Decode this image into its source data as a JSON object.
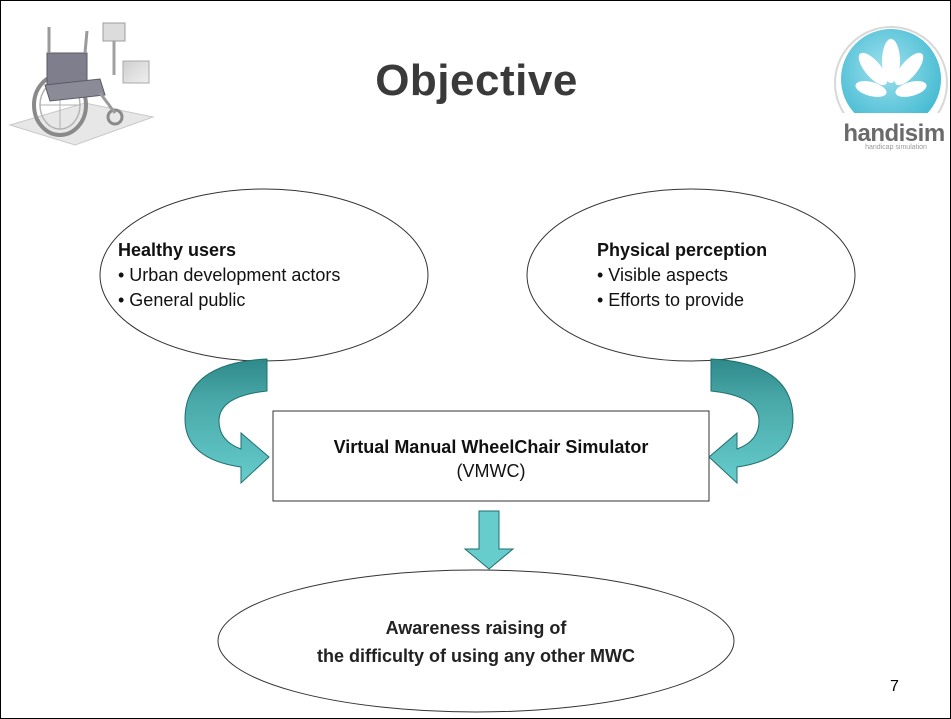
{
  "slide": {
    "title": "Objective",
    "page_number": "7"
  },
  "logo": {
    "name": "handisim",
    "tagline": "handicap simulation"
  },
  "left_bubble": {
    "heading": "Healthy users",
    "bullets": [
      "• Urban development actors",
      "• General public"
    ]
  },
  "right_bubble": {
    "heading": "Physical perception",
    "bullets": [
      "• Visible aspects",
      "• Efforts to provide"
    ]
  },
  "center_box": {
    "title": "Virtual Manual WheelChair Simulator",
    "subtitle": "(VMWC)"
  },
  "bottom_bubble": {
    "line1": "Awareness raising of",
    "line2": "the difficulty of using any other MWC"
  },
  "colors": {
    "arrow_fill": "#5fc4c4",
    "arrow_dark": "#2f8a8a",
    "logo_accent": "#4cc2d8"
  }
}
